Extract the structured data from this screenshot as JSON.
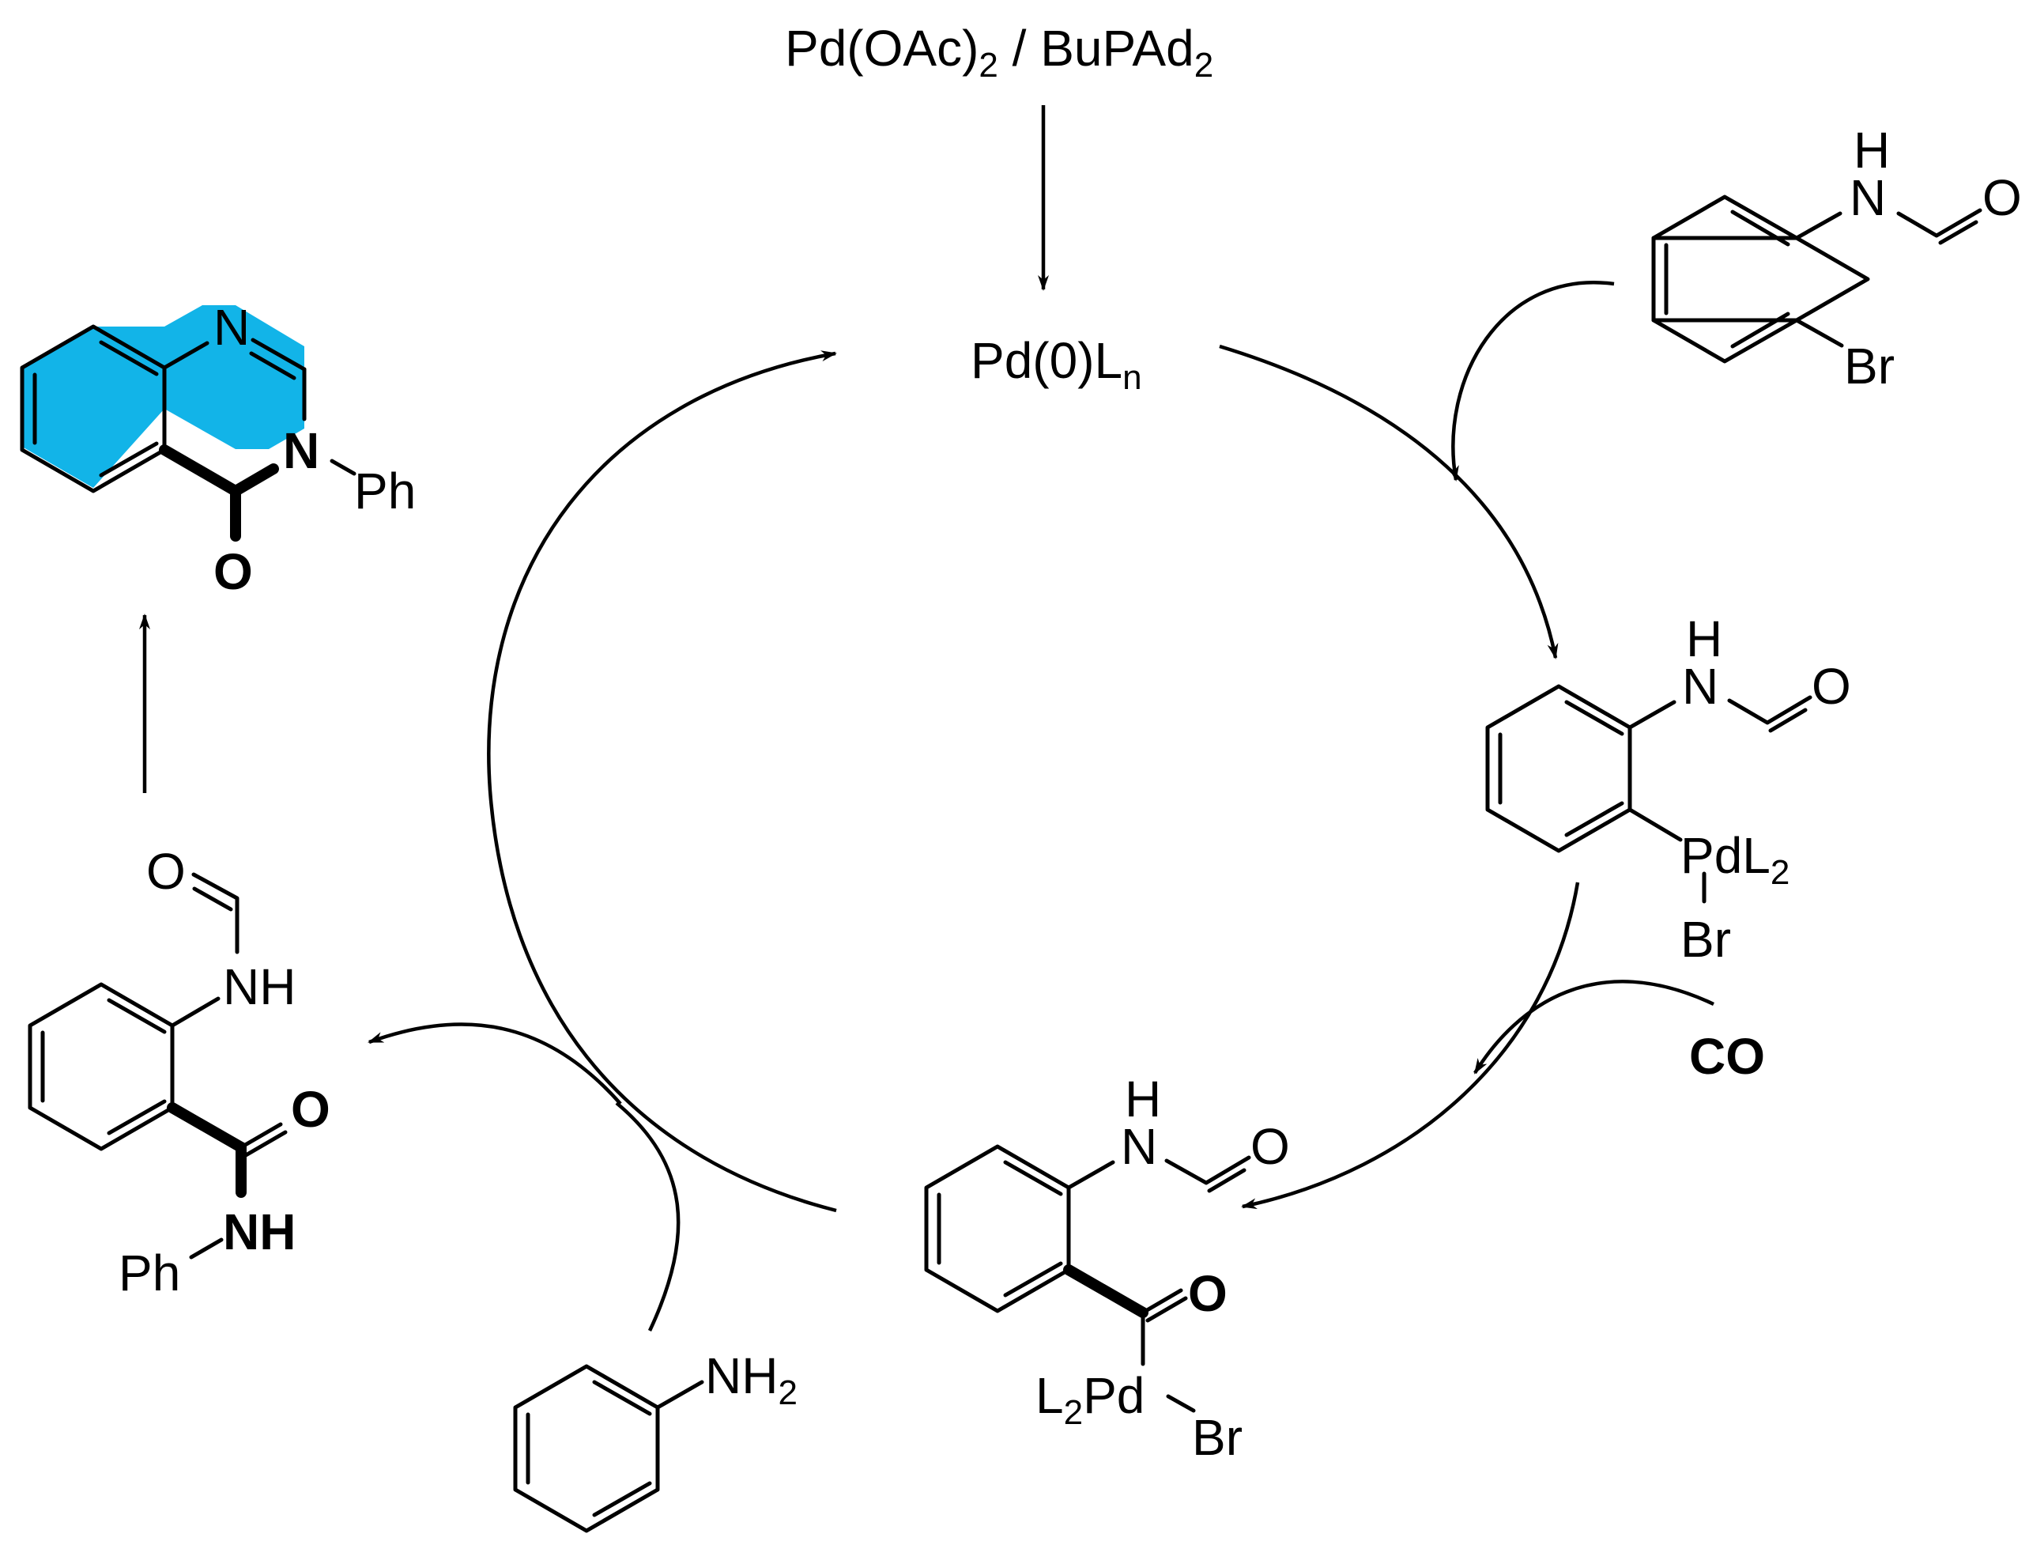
{
  "catalyst": {
    "precursor": "Pd(OAc)",
    "sub1": "2",
    "ligand": " / BuPAd",
    "sub2": "2"
  },
  "active_catalyst": {
    "text": "Pd(0)L",
    "sub": "n"
  },
  "substrate": {
    "nh": "N",
    "h": "H",
    "o": "O",
    "br": "Br"
  },
  "oxidative_addition": {
    "nh": "N",
    "h": "H",
    "o": "O",
    "pd": "PdL",
    "pd_sub": "2",
    "br": "Br"
  },
  "co_reagent": {
    "label": "CO"
  },
  "acyl_pd": {
    "nh": "N",
    "h": "H",
    "o_formyl": "O",
    "o_acyl": "O",
    "pd_pre": "L",
    "pd_sub": "2",
    "pd": "Pd",
    "br": "Br"
  },
  "aniline": {
    "nh2": "NH",
    "sub": "2"
  },
  "diamide": {
    "o_formyl": "O",
    "nh": "NH",
    "o_amide": "O",
    "nh_amide": "NH",
    "ph": "Ph"
  },
  "product": {
    "n1": "N",
    "n3": "N",
    "ph": "Ph",
    "o": "O",
    "highlight_color": "#12b4e8"
  }
}
